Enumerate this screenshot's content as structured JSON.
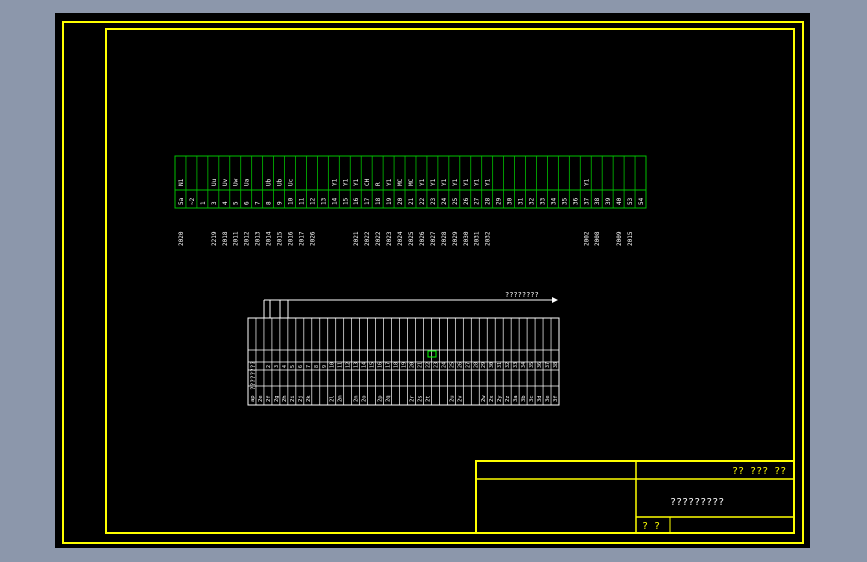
{
  "drawing": {
    "background": "#000000",
    "border_color": "#ffff00",
    "strip_color": "#00c000",
    "white": "#ffffff"
  },
  "terminal_strip": {
    "numbers": [
      "5a",
      "~2",
      "1",
      "3",
      "4",
      "5",
      "6",
      "7",
      "8",
      "9",
      "10",
      "11",
      "12",
      "13",
      "14",
      "15",
      "16",
      "17",
      "18",
      "19",
      "20",
      "21",
      "22",
      "23",
      "24",
      "25",
      "26",
      "27",
      "28",
      "29",
      "30",
      "31",
      "32",
      "33",
      "34",
      "35",
      "36",
      "37",
      "38",
      "39",
      "40",
      "53",
      "54"
    ],
    "labels": [
      "N1",
      "",
      "",
      "Uu",
      "Uv",
      "Uw",
      "Ua",
      "",
      "Ub",
      "Ub",
      "Uc",
      "",
      "",
      "",
      "Y1",
      "Y1",
      "Y1",
      "CH",
      "R",
      "Y1",
      "MC",
      "MC",
      "Y1",
      "Y1",
      "Y1",
      "Y1",
      "Y1",
      "Y1",
      "Y1",
      "",
      "",
      "",
      "",
      "",
      "",
      "",
      "",
      "Y1",
      "",
      "",
      "",
      "",
      ""
    ],
    "wire_codes": [
      "2020",
      "",
      "",
      "2219",
      "2018",
      "2011",
      "2012",
      "2013",
      "2014",
      "2015",
      "2016",
      "2017",
      "2026",
      "",
      "",
      "",
      "2021",
      "2022",
      "2022",
      "2023",
      "2024",
      "2025",
      "2026",
      "2027",
      "2028",
      "2029",
      "2030",
      "2031",
      "2032",
      "",
      "",
      "",
      "",
      "",
      "",
      "",
      "",
      "2002",
      "2008",
      "",
      "2009",
      "2015",
      ""
    ]
  },
  "wiring_table": {
    "arrow_label": "????????",
    "side_label": "????????",
    "bottom_row": [
      "ap",
      "2e",
      "2f",
      "2g",
      "2h",
      "2i",
      "2j",
      "2k",
      "",
      "",
      "2l",
      "2m",
      "",
      "2n",
      "2o",
      "",
      "2p",
      "2q",
      "",
      "",
      "2r",
      "2s",
      "2t",
      "",
      "",
      "2u",
      "2v",
      "",
      "",
      "2w",
      "2x",
      "2y",
      "2z",
      "3a",
      "3b",
      "3c",
      "3d",
      "3e",
      "3f"
    ]
  },
  "title_block": {
    "top_right": "?? ??? ??",
    "title": "?????????",
    "bottom_left": "? ?"
  }
}
